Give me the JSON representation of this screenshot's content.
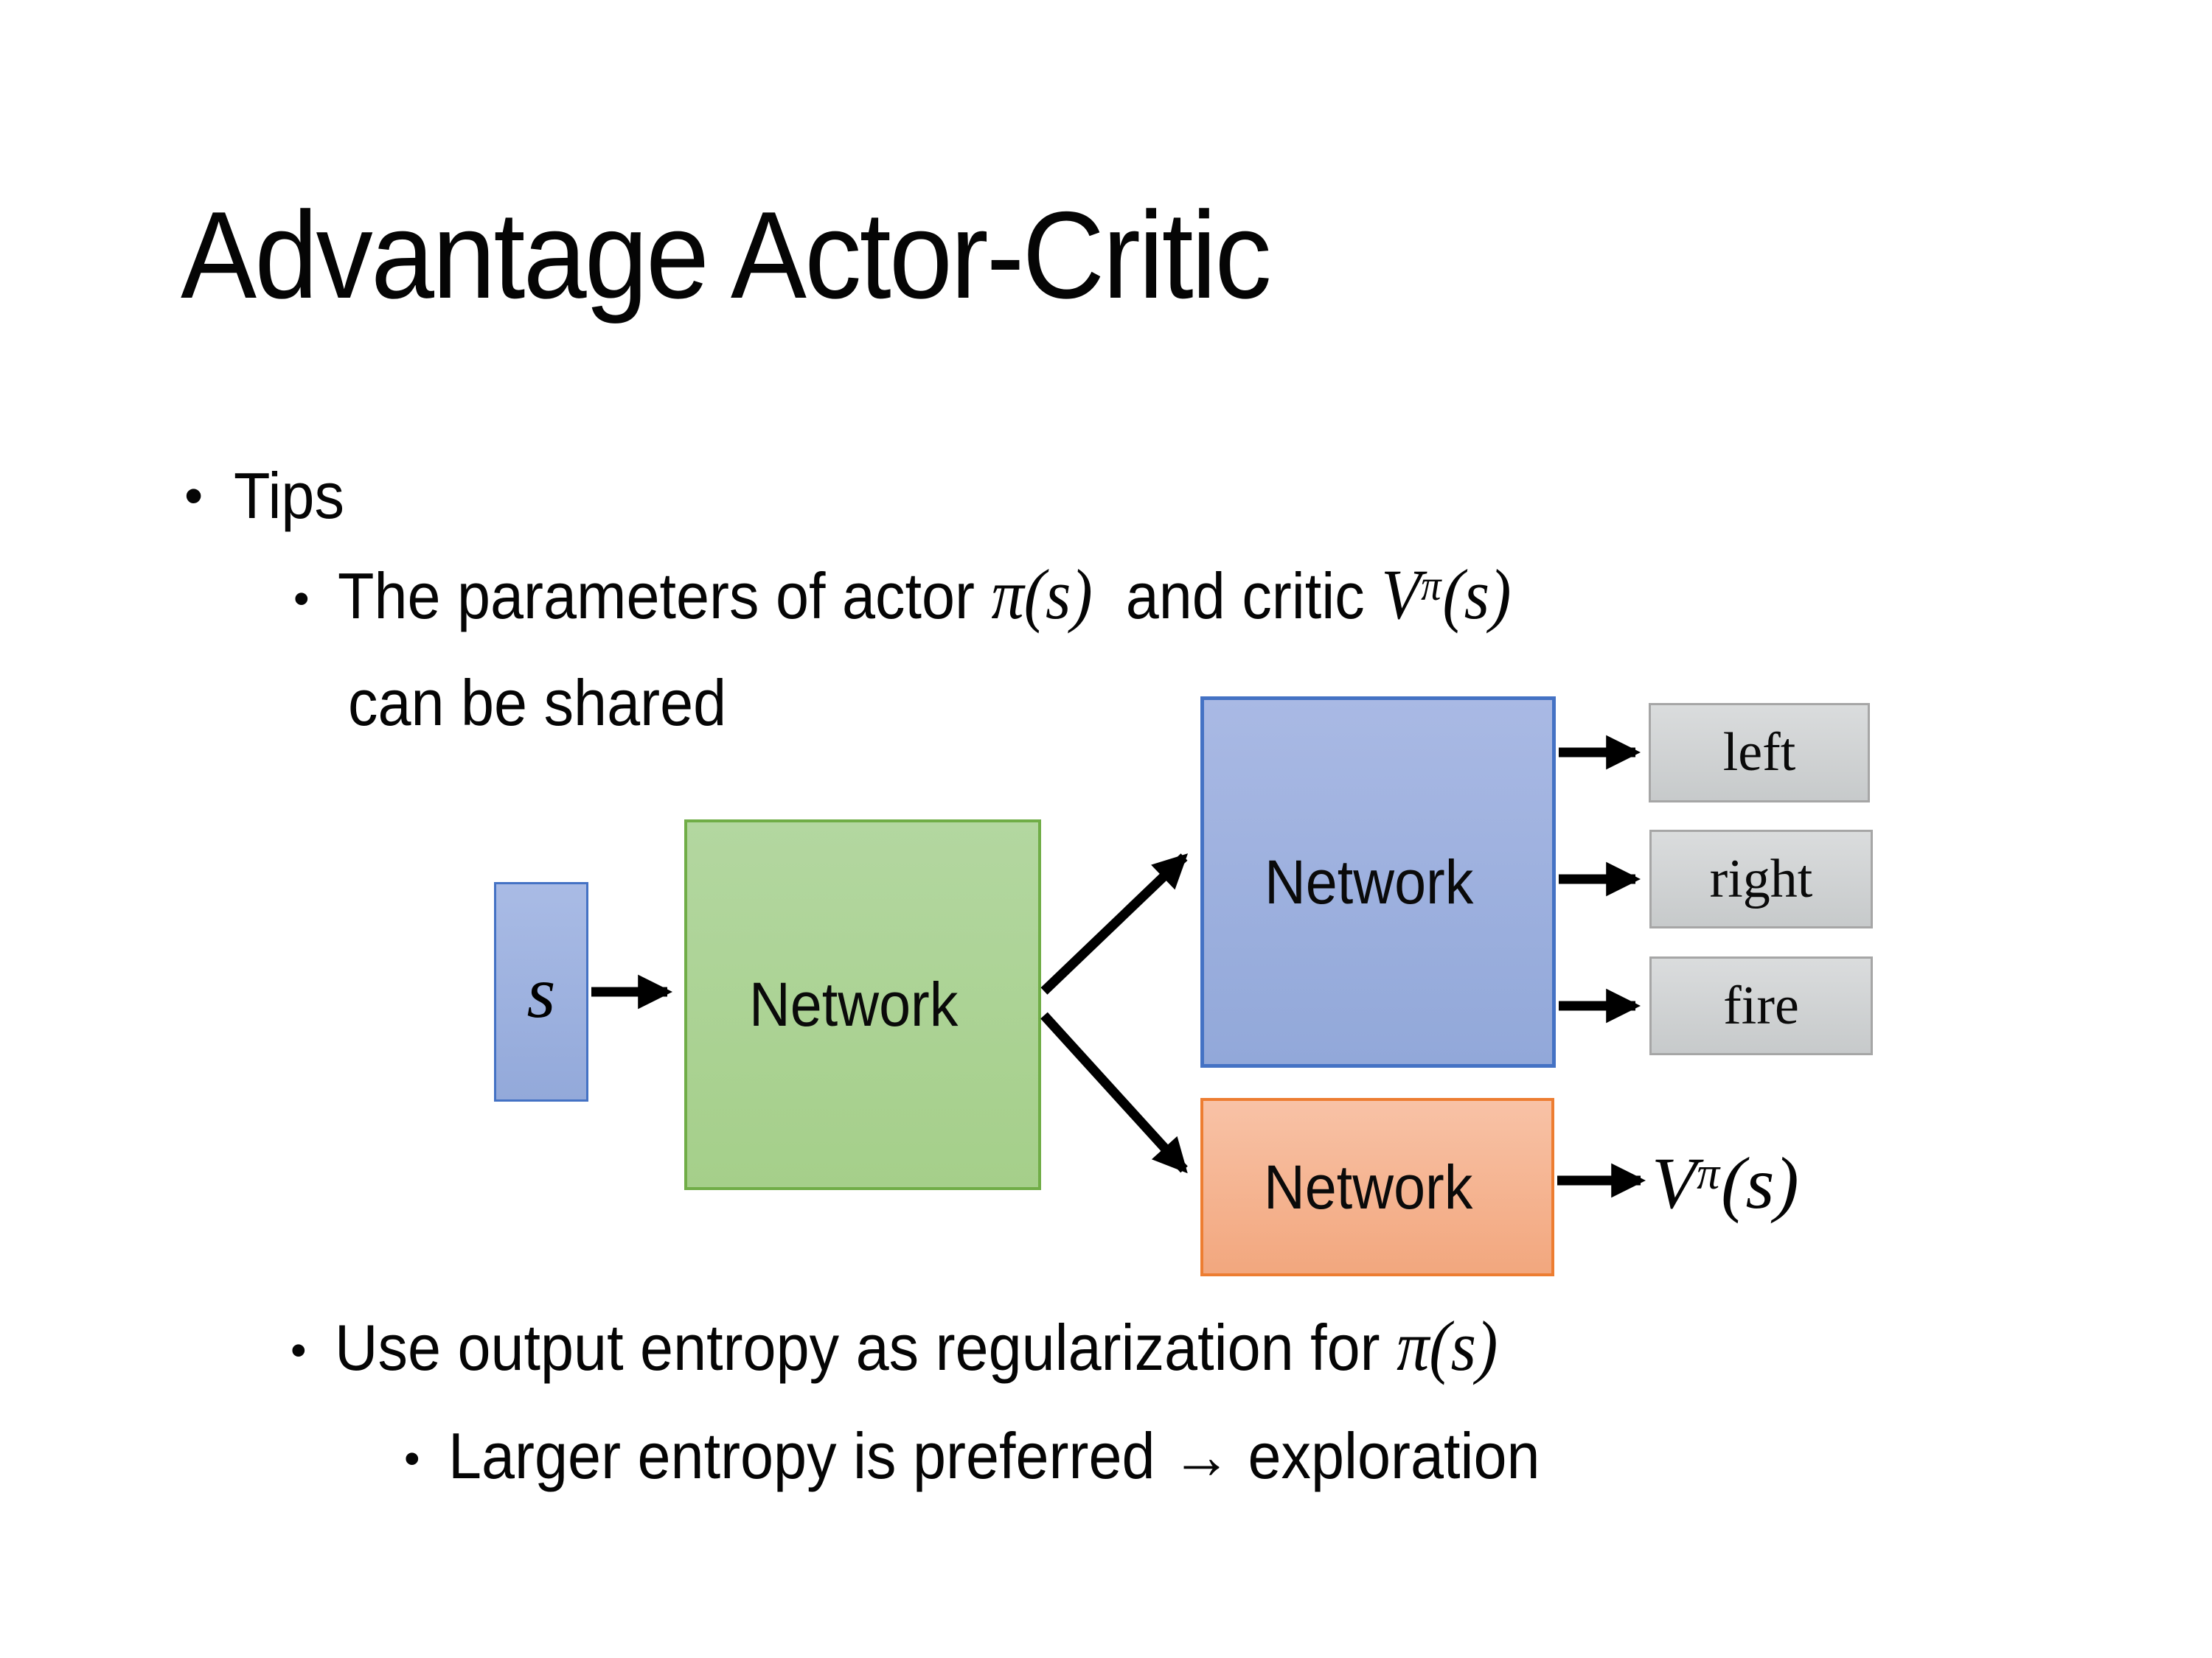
{
  "slide": {
    "title": "Advantage Actor-Critic",
    "bullets": {
      "tips": "Tips",
      "bullet_glyph": "•",
      "param_prefix": "The parameters of actor ",
      "param_math_actor": "π(s)",
      "param_middle": "  and critic ",
      "param_critic_base": "V",
      "param_critic_sup": "π",
      "param_critic_args": "(s)",
      "param_line2": "can be shared",
      "entropy_prefix": "Use output entropy as regularization for ",
      "entropy_math": "π(s)",
      "exploration": "Larger entropy is preferred → exploration"
    }
  },
  "diagram": {
    "input_label": "s",
    "shared_network_label": "Network",
    "actor_network_label": "Network",
    "critic_network_label": "Network",
    "actions": [
      "left",
      "right",
      "fire"
    ],
    "value_output": {
      "base": "V",
      "sup": "π",
      "args": "(s)"
    },
    "colors": {
      "input_fill": "#9fb1de",
      "input_border": "#4472c4",
      "shared_fill": "#a9d18e",
      "shared_border": "#70ad47",
      "actor_fill": "#9eb1dd",
      "actor_border": "#4472c4",
      "critic_fill": "#f4b183",
      "critic_border": "#ed7d31",
      "action_fill": "#d0d3d4",
      "action_border": "#a6a6a6",
      "arrow": "#000000",
      "text": "#050505",
      "background": "#ffffff"
    }
  }
}
